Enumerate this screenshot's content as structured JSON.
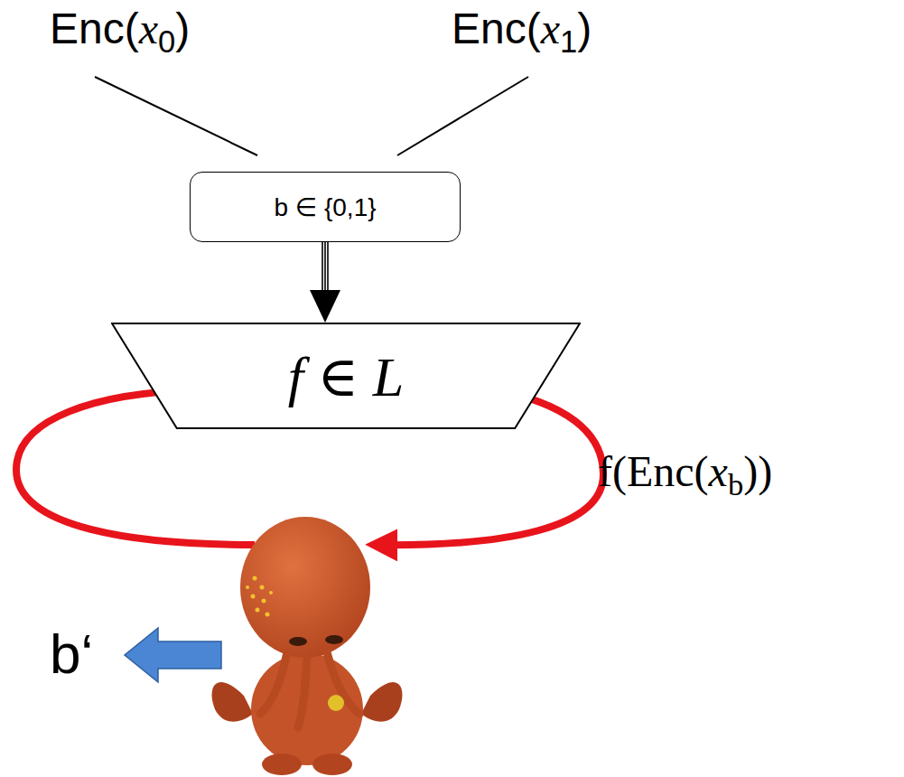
{
  "diagram": {
    "nodes": [
      {
        "text": [
          "b ∈ {0,1}"
        ]
      },
      {
        "text": [
          "f ∈ L"
        ]
      }
    ],
    "edges": [
      {
        "from": 0,
        "to": 1,
        "arrow": "to"
      }
    ],
    "labels": [
      "Enc(x0)",
      "Enc(x1)",
      "f(Enc(xb))",
      "b‘"
    ]
  }
}
